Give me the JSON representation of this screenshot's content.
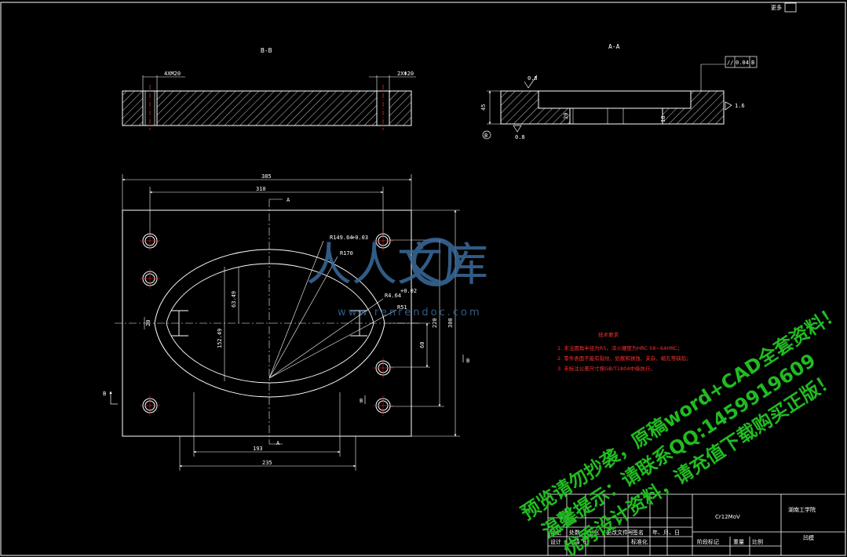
{
  "corner_note": "更多",
  "section_bb": {
    "title": "B-B",
    "dim_holes_left": "4XM20",
    "dim_holes_right": "2XΦ20"
  },
  "section_aa": {
    "title": "A-A",
    "roughness_top": "0.8",
    "roughness_bottom": "0.8",
    "roughness_right": "1.6",
    "height_dim": "45",
    "depth_dim": "20",
    "inner_dim": "18",
    "datum": "B",
    "flatness": [
      "//",
      "0.04",
      "B"
    ]
  },
  "plan_view": {
    "width_overall": "385",
    "width_holes": "310",
    "height_overall": "300",
    "height_inner": "220",
    "height_offset": "60",
    "width_lower": "235",
    "width_opening": "193",
    "r_large": "R149.64",
    "r_large_tol": "+0.03",
    "r_mid": "R170",
    "r_small": "R4.64",
    "r_small_tol": "+0.02",
    "r_corner": "R51",
    "dim_vertical_1": "63.49",
    "dim_vertical_2": "152.49",
    "dim_left_small": "20",
    "section_mark_a": "A",
    "section_mark_b": "B"
  },
  "tech_notes": {
    "title": "技术要求",
    "lines": [
      "1. 未注圆角半径为R5，淬火硬度为HRC 58~64HRC；",
      "2. 零件表面不能有裂纹、划痕和锈蚀、夹杂、缩孔等缺陷；",
      "3. 未标注公差尺寸按GB/T1804中级执行。"
    ]
  },
  "title_block": {
    "material": "Cr12MoV",
    "school": "湖南工学院",
    "part_name": "凹模",
    "row_headers": [
      "标记",
      "处数",
      "分区",
      "更改文件号",
      "签名",
      "年、月、日"
    ],
    "design_row": [
      "设计",
      "刘泽飞",
      "",
      "标准化"
    ],
    "stage_label": "阶段标记",
    "weight_label": "重量",
    "scale_label": "比例"
  },
  "watermarks": {
    "logo_text": "人人文库",
    "logo_url": "www.renrendoc.com",
    "line1": "预览请勿抄袭，原稿word+CAD全套资料！",
    "line2": "温馨提示：请联系QQ:1459919609",
    "line3": "优秀设计资料，请充值下载购买正版！"
  }
}
